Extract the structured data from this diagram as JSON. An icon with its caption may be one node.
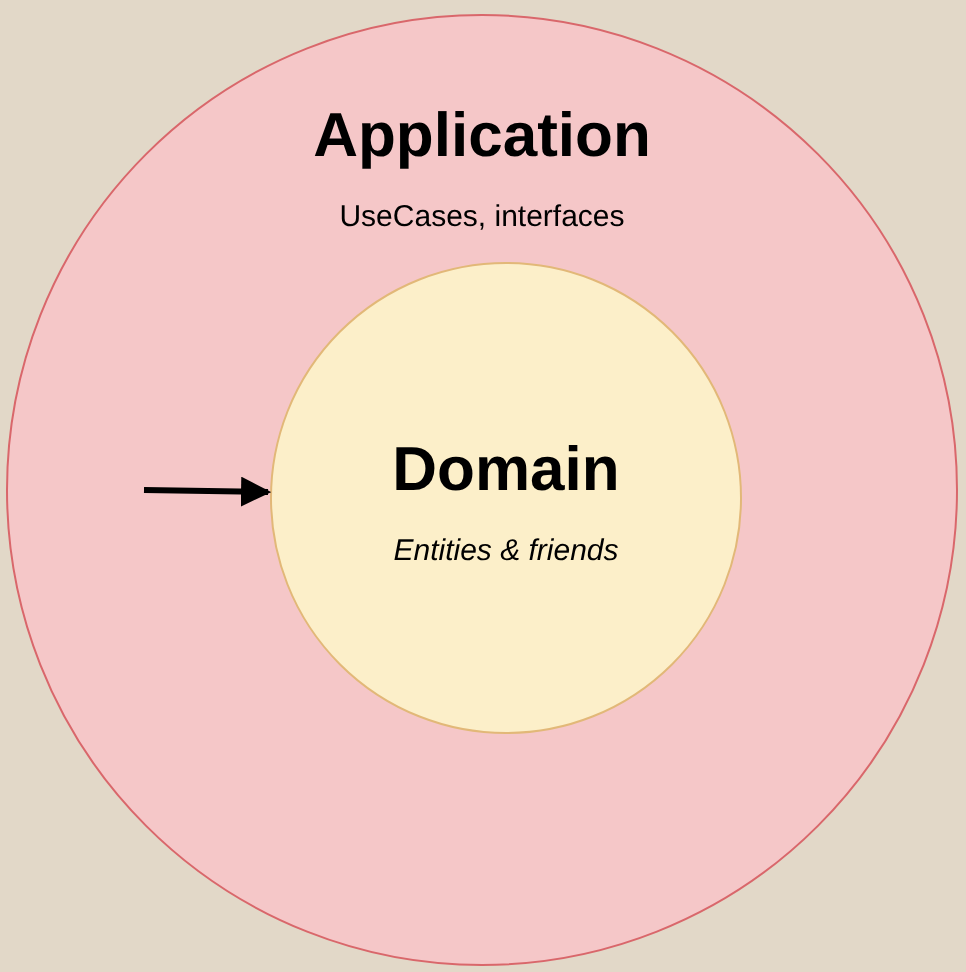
{
  "diagram": {
    "nodes": [
      {
        "text": [
          "Application",
          "UseCases, interfaces"
        ]
      },
      {
        "text": [
          "Domain",
          "Entities & friends"
        ],
        "in": 0
      }
    ],
    "edges": [
      {
        "from": null,
        "to": 1,
        "arrow": "to"
      }
    ]
  }
}
